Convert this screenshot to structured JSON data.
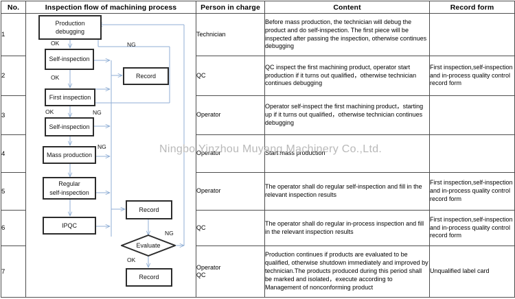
{
  "document": {
    "watermark": "Ningbo Yinzhou Muyang Machinery Co.,Ltd."
  },
  "table": {
    "headers": {
      "no": "No.",
      "flow": "Inspection flow of machining process",
      "person": "Person in charge",
      "content": "Content",
      "record": "Record form"
    },
    "rows": [
      {
        "no": "1",
        "person": "Technician",
        "content": "Before mass production, the technician will debug the product and do self-inspection. The first piece will be inspected after passing the inspection, otherwise continues debugging",
        "record": ""
      },
      {
        "no": "2",
        "person": "QC",
        "content": "QC inspect the first machining product, operator start production if it turns out qualified，otherwise technician continues debugging",
        "record": "First inspection,self-inspection and in-process quality control record form"
      },
      {
        "no": "3",
        "person": "Operator",
        "content": "Operator self-inspect the first machining product，starting up if it turns out qualified，otherwise technician continues debugging",
        "record": ""
      },
      {
        "no": "4",
        "person": "Operator",
        "content": "Start mass production",
        "record": ""
      },
      {
        "no": "5",
        "person": "Operator",
        "content": "The operator shall do regular self-inspection and fill in the relevant inspection results",
        "record": "First inspection,self-inspection and in-process quality control record form"
      },
      {
        "no": "6",
        "person": "QC",
        "content": "The operator shall do regular in-process inspection and fill in the relevant inspection results",
        "record": "First inspection,self-inspection and in-process quality control record form"
      },
      {
        "no": "7",
        "person": "Operator\nQC",
        "content": "Production continues if products are evaluated to be qualified, otherwise shutdown immediately and improved by technician.The products produced during this period shall be marked and isolated，execute according to Management of nonconforming product",
        "record": "Unqualified label card"
      }
    ]
  },
  "flowchart": {
    "nodes": [
      {
        "id": "production-debugging",
        "label_line1": "Production",
        "label_line2": "debugging"
      },
      {
        "id": "self-inspection-1",
        "label": "Self-inspection"
      },
      {
        "id": "record-1",
        "label": "Record"
      },
      {
        "id": "first-inspection",
        "label": "First inspection"
      },
      {
        "id": "self-inspection-2",
        "label": "Self-inspection"
      },
      {
        "id": "mass-production",
        "label": "Mass production"
      },
      {
        "id": "regular-self-inspection",
        "label_line1": "Regular",
        "label_line2": "self-inspection"
      },
      {
        "id": "ipqc",
        "label": "IPQC"
      },
      {
        "id": "record-2",
        "label": "Record"
      },
      {
        "id": "evaluate",
        "label": "Evaluate"
      },
      {
        "id": "record-3",
        "label": "Record"
      }
    ],
    "edge_labels": {
      "ok1": "OK",
      "ok2": "OK",
      "ok3": "OK",
      "ok4": "OK",
      "ng_top": "NG",
      "ng_first": "NG",
      "ng_self2": "NG",
      "ng_evaluate": "NG"
    },
    "colors": {
      "connector": "#8faed4",
      "node_border": "#2b2b2b",
      "table_border": "#4d4d4d"
    }
  }
}
